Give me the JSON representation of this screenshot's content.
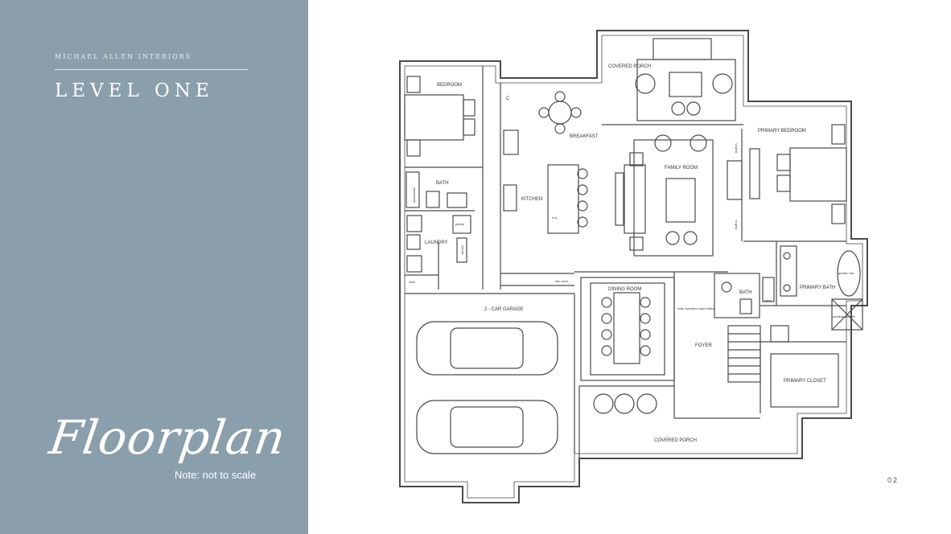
{
  "brand": "MICHAEL ALLEN INTERIORS",
  "heading": "LEVEL ONE",
  "script_title": "Floorplan",
  "note": "Note: not to scale",
  "page_number": "02",
  "rooms": {
    "bedroom": "BEDROOM",
    "closet_c": "C",
    "bath": "BATH",
    "tub_shower": "tub/shower",
    "laundry": "LAUNDRY",
    "pantry": "pantry",
    "bench": "bench",
    "linen": "linen",
    "kitchen": "KITCHEN",
    "dw": "d.w.",
    "mic_oven": "mic oven",
    "breakfast": "BREAKFAST",
    "covered_porch_top": "COVERED PORCH",
    "family_room": "FAMILY ROOM",
    "built_in_1": "built in",
    "built_in_2": "built in",
    "primary_bedroom": "PRIMARY BEDROOM",
    "primary_bath": "PRIMARY BATH",
    "garden_tub": "garden tub",
    "curbless_shower": "curbless shower",
    "bath2": "BATH",
    "shelv": "shelv.",
    "primary_closet": "PRIMARY CLOSET",
    "dining_room": "DINING ROOM",
    "vault_note": "note: barreled vault ceiling",
    "foyer": "FOYER",
    "garage": "2 - CAR GARAGE",
    "covered_porch_bottom": "COVERED PORCH"
  },
  "colors": {
    "panel": "#8a9eab",
    "line": "#4a4a4a",
    "background": "#ffffff"
  }
}
